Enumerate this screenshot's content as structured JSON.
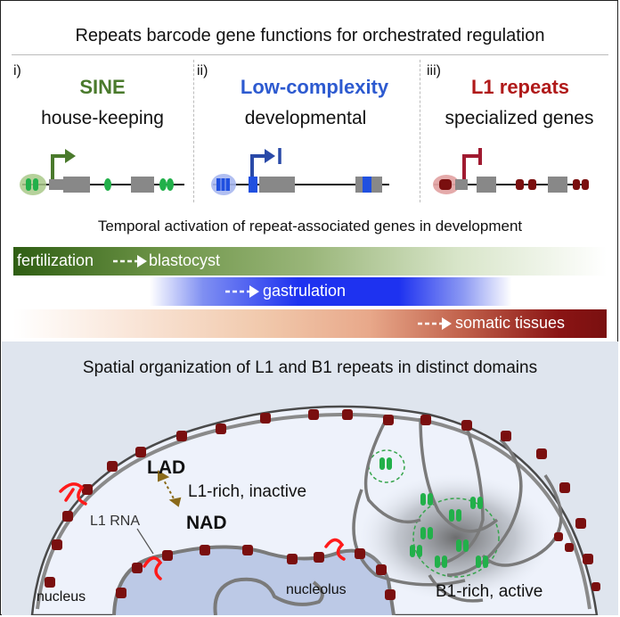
{
  "header": {
    "title": "Repeats barcode gene functions for orchestrated regulation"
  },
  "panels": [
    {
      "numeral": "i)",
      "name": "SINE",
      "function": "house-keeping",
      "color": "#4a7a2c"
    },
    {
      "numeral": "ii)",
      "name": "Low-complexity",
      "function": "developmental",
      "color": "#2d5ad0"
    },
    {
      "numeral": "iii)",
      "name": "L1 repeats",
      "function": "specialized genes",
      "color": "#b01a1a"
    }
  ],
  "temporal": {
    "title": "Temporal activation of repeat-associated genes in development",
    "bands": [
      {
        "label": "fertilization",
        "arrow_label": "blastocyst",
        "color": "#3e6e1e"
      },
      {
        "label": "gastrulation",
        "color": "#1e32f0"
      },
      {
        "label": "somatic tissues",
        "color": "#8a1414"
      }
    ]
  },
  "spatial": {
    "title": "Spatial organization of L1 and B1 repeats in distinct domains",
    "lad": "LAD",
    "nad": "NAD",
    "l1_note": "L1-rich, inactive",
    "l1_rna": "L1 RNA",
    "nucleus": "nucleus",
    "nucleolus": "nucleolus",
    "b1_note": "B1-rich, active"
  },
  "colors": {
    "sine_green": "#22b04a",
    "l1_red": "#7a0f0f",
    "lowcomplex_blue": "#2050e0",
    "gene_gray": "#888888",
    "bottom_bg": "#dfe5ee",
    "nucleus_fill": "#eef2fb",
    "nucleolus_fill": "#bcc9e6"
  }
}
